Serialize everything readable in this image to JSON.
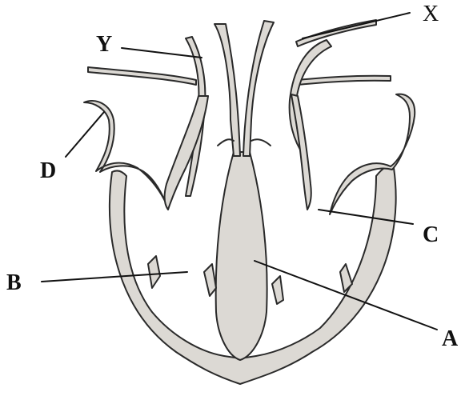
{
  "labels": {
    "x": "X",
    "y": "Y",
    "a": "A",
    "b": "B",
    "c": "C",
    "d": "D"
  }
}
